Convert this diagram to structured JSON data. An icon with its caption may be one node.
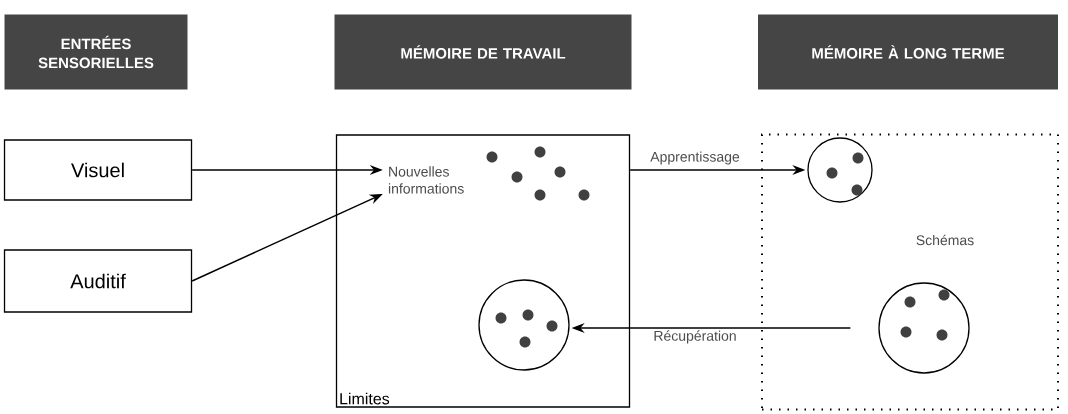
{
  "diagram": {
    "nodes": [
      {
        "text": [
          "ENTRÉES SENSORIELLES"
        ]
      },
      {
        "text": [
          "MÉMOIRE DE TRAVAIL"
        ]
      },
      {
        "text": [
          "MÉMOIRE À LONG TERME"
        ]
      },
      {
        "text": [
          "Visuel"
        ]
      },
      {
        "text": [
          "Auditif"
        ]
      },
      {
        "text": [
          "Limites"
        ]
      },
      {
        "text": [
          "Nouvelles informations"
        ],
        "in": 5
      },
      {
        "text": [
          "Schémas"
        ]
      },
      {
        "text": [],
        "shape": "circle",
        "in": 7
      },
      {
        "text": [],
        "shape": "circle",
        "in": 7
      },
      {
        "text": [],
        "shape": "circle",
        "in": 5
      }
    ],
    "edges": [
      {
        "from": 3,
        "to": 6,
        "arrow": "to"
      },
      {
        "from": 4,
        "to": 6,
        "arrow": "to"
      },
      {
        "from": 5,
        "to": 8,
        "label": "Apprentissage",
        "arrow": "to"
      },
      {
        "from": 9,
        "to": 10,
        "label": "Récupération",
        "arrow": "to"
      }
    ]
  }
}
